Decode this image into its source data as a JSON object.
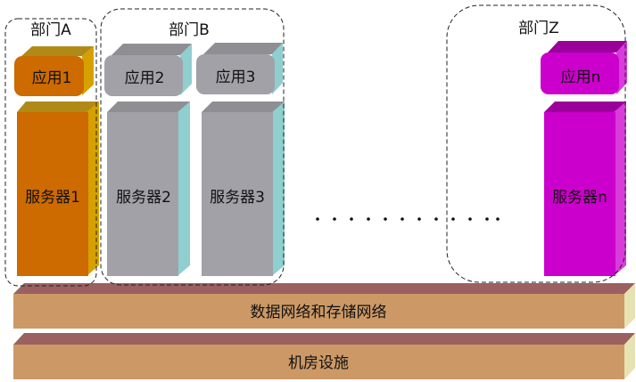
{
  "departments": {
    "a": "部门A",
    "b": "部门B",
    "z": "部门Z"
  },
  "apps": {
    "app1": "应用1",
    "app2": "应用2",
    "app3": "应用3",
    "appn": "应用n"
  },
  "servers": {
    "srv1": "服务器1",
    "srv2": "服务器2",
    "srv3": "服务器3",
    "srvn": "服务器n"
  },
  "layers": {
    "network": "数据网络和存储网络",
    "facility": "机房设施"
  },
  "colors": {
    "orange_front": "#cd6a00",
    "orange_top": "#b08a16",
    "orange_side": "#d6a000",
    "gray_front": "#a2a1a8",
    "gray_top": "#8f8e93",
    "gray_side": "#8fcfd0",
    "magenta_front": "#cc00cc",
    "magenta_top": "#9b009b",
    "magenta_side": "#d83ddc",
    "band_front": "#cc9966",
    "band_top": "#9b6060",
    "band_side": "#e7e2b2"
  }
}
